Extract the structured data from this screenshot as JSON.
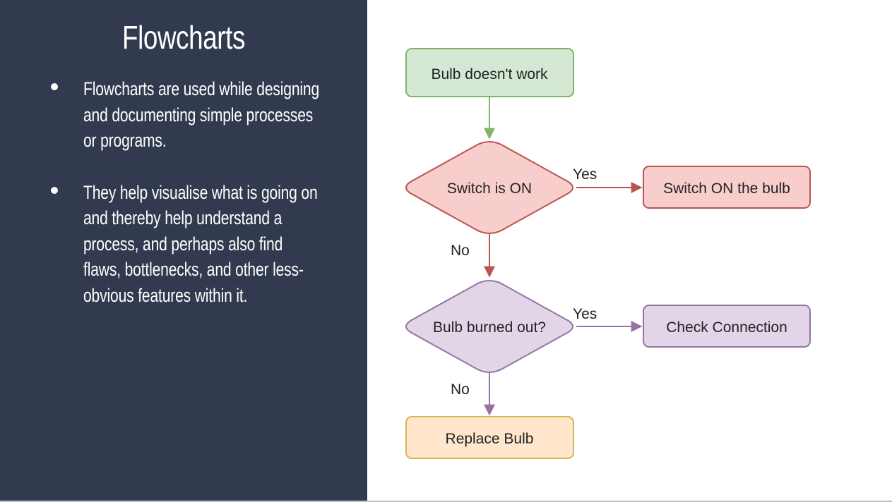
{
  "slide": {
    "title": "Flowcharts",
    "bullets": [
      "Flowcharts are used while designing and documenting simple processes or programs.",
      "They help visualise what is going on and thereby help understand a process, and perhaps also find flaws, bottlenecks, and other less-obvious features within it."
    ]
  },
  "flowchart": {
    "nodes": {
      "start": "Bulb doesn't work",
      "decision_switch": "Switch is ON",
      "action_switch_on": "Switch ON the bulb",
      "decision_burned": "Bulb burned out?",
      "action_check": "Check Connection",
      "end_replace": "Replace Bulb"
    },
    "edges": {
      "switch_yes": "Yes",
      "switch_no": "No",
      "burned_yes": "Yes",
      "burned_no": "No"
    },
    "colors": {
      "panel_bg": "#313a4e",
      "green_fill": "#d5e8d4",
      "green_stroke": "#82b366",
      "red_fill": "#f8cecc",
      "red_stroke": "#b85450",
      "purple_fill": "#e1d5e7",
      "purple_stroke": "#9673a6",
      "yellow_fill": "#ffe6cc",
      "yellow_stroke": "#d6b656"
    }
  }
}
